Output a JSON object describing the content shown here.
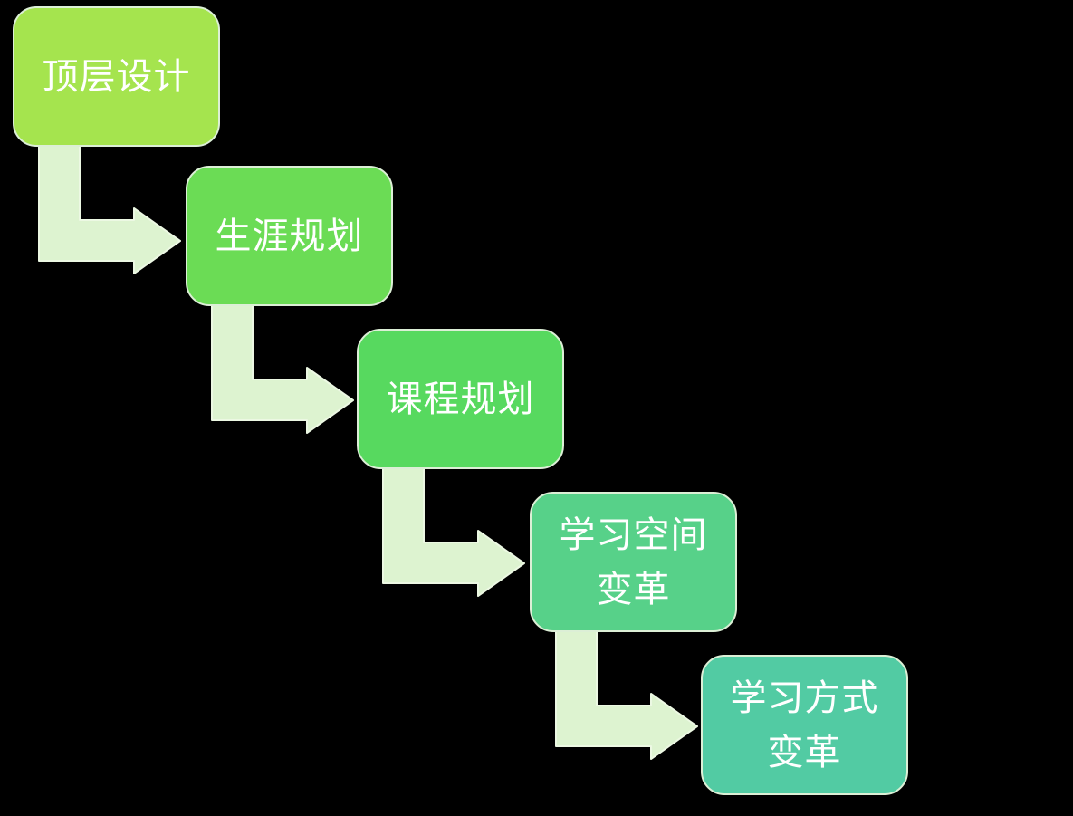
{
  "background": "#000000",
  "text_color": "#ffffff",
  "box_stroke": "#dcefd6",
  "connector": {
    "fill": "#ddf3d0",
    "stroke": "#ecf8e3"
  },
  "steps": [
    {
      "label": "顶层设计",
      "fill": "#a5e44e"
    },
    {
      "label": "生涯规划",
      "fill": "#6bdc55"
    },
    {
      "label": "课程规划",
      "fill": "#57d95f"
    },
    {
      "label": "学习空间\n变革",
      "fill": "#57d189"
    },
    {
      "label": "学习方式\n变革",
      "fill": "#52cba3"
    }
  ]
}
